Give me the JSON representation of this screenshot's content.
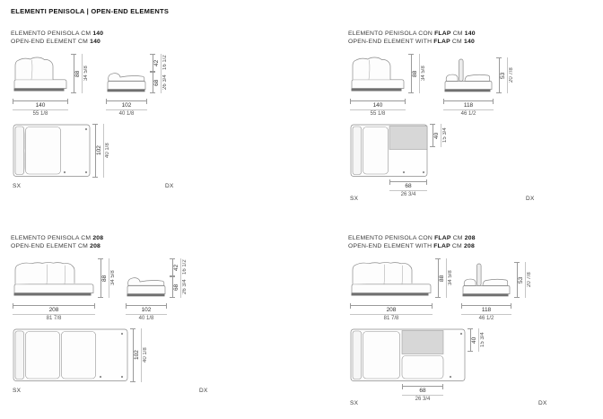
{
  "page_title": "ELEMENTI PENISOLA | OPEN-END ELEMENTS",
  "sections": [
    {
      "title_it": [
        "ELEMENTO PENISOLA CM ",
        "140"
      ],
      "title_en": [
        "OPEN-END ELEMENT CM ",
        "140"
      ],
      "element_height": {
        "cm": "88",
        "in": "34 5/8"
      },
      "element_width": {
        "cm": "140",
        "in": "55 1/8"
      },
      "open_end_upper_height": {
        "cm": "42",
        "in": "16 1/2"
      },
      "open_end_height": {
        "cm": "68",
        "in": "26 3/4"
      },
      "open_end_width": {
        "cm": "102",
        "in": "40 1/8"
      },
      "plan_depth": {
        "cm": "102",
        "in": "40 1/8"
      },
      "sx": "SX",
      "dx": "DX"
    },
    {
      "title_it": [
        "ELEMENTO PENISOLA CON ",
        "FLAP",
        " CM ",
        "140"
      ],
      "title_en": [
        "OPEN-END ELEMENT WITH ",
        "FLAP",
        " CM ",
        "140"
      ],
      "element_height": {
        "cm": "88",
        "in": "34 5/8"
      },
      "element_width": {
        "cm": "140",
        "in": "55 1/8"
      },
      "flap_element_height": {
        "cm": "53",
        "in": "20 7/8"
      },
      "flap_element_width": {
        "cm": "118",
        "in": "46 1/2"
      },
      "flap_depth": {
        "cm": "40",
        "in": "15 3/4"
      },
      "flap_width": {
        "cm": "68",
        "in": "26 3/4"
      },
      "sx": "SX",
      "dx": "DX"
    },
    {
      "title_it": [
        "ELEMENTO PENISOLA CM ",
        "208"
      ],
      "title_en": [
        "OPEN-END ELEMENT CM ",
        "208"
      ],
      "element_height": {
        "cm": "88",
        "in": "34 5/8"
      },
      "element_width": {
        "cm": "208",
        "in": "81 7/8"
      },
      "open_end_upper_height": {
        "cm": "42",
        "in": "16 1/2"
      },
      "open_end_height": {
        "cm": "68",
        "in": "26 3/4"
      },
      "open_end_width": {
        "cm": "102",
        "in": "40 1/8"
      },
      "plan_depth": {
        "cm": "102",
        "in": "40 1/8"
      },
      "sx": "SX",
      "dx": "DX"
    },
    {
      "title_it": [
        "ELEMENTO PENISOLA CON ",
        "FLAP",
        " CM ",
        "208"
      ],
      "title_en": [
        "OPEN-END ELEMENT WITH ",
        "FLAP",
        " CM ",
        "208"
      ],
      "element_height": {
        "cm": "88",
        "in": "34 5/8"
      },
      "element_width": {
        "cm": "208",
        "in": "81 7/8"
      },
      "flap_element_height": {
        "cm": "53",
        "in": "20 7/8"
      },
      "flap_element_width": {
        "cm": "118",
        "in": "46 1/2"
      },
      "flap_depth": {
        "cm": "40",
        "in": "15 3/4"
      },
      "flap_width": {
        "cm": "68",
        "in": "26 3/4"
      },
      "sx": "SX",
      "dx": "DX"
    }
  ],
  "colors": {
    "flap_fill": "#d7d7d7",
    "line": "#8a8a8a",
    "base": "#707070"
  }
}
